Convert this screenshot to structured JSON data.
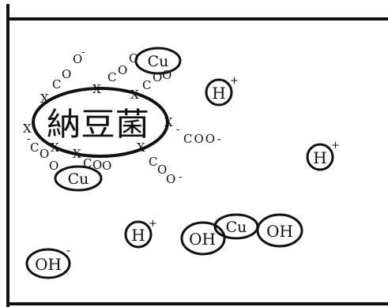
{
  "bacterium_label": "納豆菌",
  "ions": {
    "cu": "Cu",
    "h": "H",
    "oh": "OH",
    "plus": "+",
    "minus": "-"
  },
  "groups": {
    "x": "X",
    "c": "C",
    "o": "O",
    "coo": "COO",
    "coo_minus": "COO-"
  },
  "colors": {
    "line": "#111111",
    "background": "#ffffff"
  }
}
